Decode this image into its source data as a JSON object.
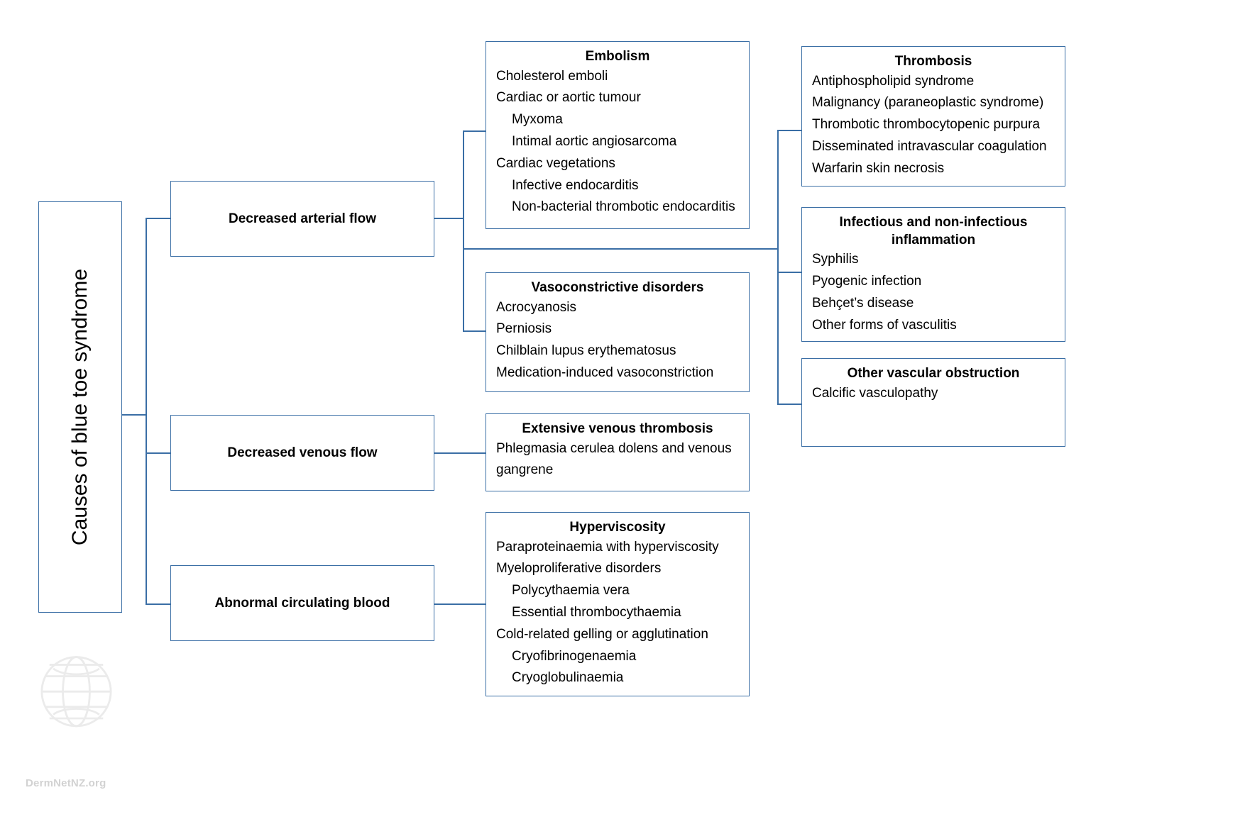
{
  "meta": {
    "accent_color": "#3a6ea5",
    "background": "#ffffff",
    "watermark_text": "DermNetNZ.org",
    "watermark_icon": "globe-logo-icon"
  },
  "root": {
    "label": "Causes of blue toe syndrome"
  },
  "branches": [
    {
      "id": "arterial",
      "label": "Decreased arterial flow"
    },
    {
      "id": "venous",
      "label": "Decreased venous flow"
    },
    {
      "id": "blood",
      "label": "Abnormal circulating blood"
    }
  ],
  "boxes": {
    "embolism": {
      "title": "Embolism",
      "items": [
        {
          "text": "Cholesterol emboli",
          "indent": 0
        },
        {
          "text": "Cardiac or aortic tumour",
          "indent": 0
        },
        {
          "text": "Myxoma",
          "indent": 1
        },
        {
          "text": "Intimal aortic angiosarcoma",
          "indent": 1
        },
        {
          "text": "Cardiac vegetations",
          "indent": 0
        },
        {
          "text": "Infective endocarditis",
          "indent": 1
        },
        {
          "text": "Non-bacterial thrombotic endocarditis",
          "indent": 1
        }
      ]
    },
    "vasoconstrictive": {
      "title": "Vasoconstrictive disorders",
      "items": [
        {
          "text": "Acrocyanosis",
          "indent": 0
        },
        {
          "text": "Perniosis",
          "indent": 0
        },
        {
          "text": "Chilblain lupus erythematosus",
          "indent": 0
        },
        {
          "text": "Medication-induced vasoconstriction",
          "indent": 0
        }
      ]
    },
    "venous_thrombosis": {
      "title": "Extensive venous thrombosis",
      "items": [
        {
          "text": "Phlegmasia cerulea dolens and venous gangrene",
          "indent": 0,
          "wrap": true
        }
      ]
    },
    "hyperviscosity": {
      "title": "Hyperviscosity",
      "items": [
        {
          "text": "Paraproteinaemia with hyperviscosity",
          "indent": 0
        },
        {
          "text": "Myeloproliferative disorders",
          "indent": 0
        },
        {
          "text": "Polycythaemia vera",
          "indent": 1
        },
        {
          "text": "Essential thrombocythaemia",
          "indent": 1
        },
        {
          "text": "Cold-related gelling or agglutination",
          "indent": 0
        },
        {
          "text": "Cryofibrinogenaemia",
          "indent": 1
        },
        {
          "text": "Cryoglobulinaemia",
          "indent": 1
        }
      ]
    },
    "thrombosis": {
      "title": "Thrombosis",
      "items": [
        {
          "text": "Antiphospholipid syndrome",
          "indent": 0
        },
        {
          "text": "Malignancy (paraneoplastic syndrome)",
          "indent": 0
        },
        {
          "text": "Thrombotic thrombocytopenic purpura",
          "indent": 0
        },
        {
          "text": "Disseminated intravascular coagulation",
          "indent": 0
        },
        {
          "text": "Warfarin skin necrosis",
          "indent": 0
        }
      ]
    },
    "inflammation": {
      "title": "Infectious and non-infectious inflammation",
      "items": [
        {
          "text": "Syphilis",
          "indent": 0
        },
        {
          "text": "Pyogenic infection",
          "indent": 0
        },
        {
          "text": "Behçet’s disease",
          "indent": 0
        },
        {
          "text": "Other forms of vasculitis",
          "indent": 0
        }
      ]
    },
    "other_obstruction": {
      "title": "Other vascular obstruction",
      "items": [
        {
          "text": "Calcific vasculopathy",
          "indent": 0
        }
      ]
    }
  }
}
